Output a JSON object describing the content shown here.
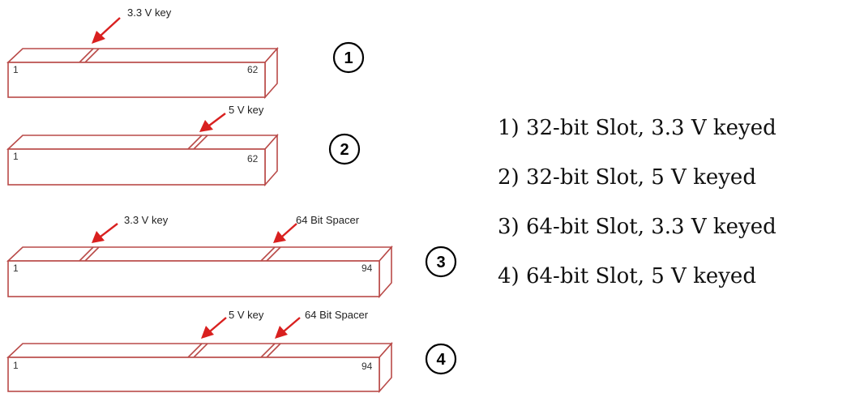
{
  "slots": [
    {
      "number": "1",
      "pin_start": "1",
      "pin_end": "62",
      "annotations": [
        {
          "label": "3.3 V key"
        }
      ]
    },
    {
      "number": "2",
      "pin_start": "1",
      "pin_end": "62",
      "annotations": [
        {
          "label": "5 V key"
        }
      ]
    },
    {
      "number": "3",
      "pin_start": "1",
      "pin_end": "94",
      "annotations": [
        {
          "label": "3.3 V key"
        },
        {
          "label": "64 Bit Spacer"
        }
      ]
    },
    {
      "number": "4",
      "pin_start": "1",
      "pin_end": "94",
      "annotations": [
        {
          "label": "5 V key"
        },
        {
          "label": "64 Bit Spacer"
        }
      ]
    }
  ],
  "legend": [
    "1) 32-bit Slot, 3.3 V keyed",
    "2) 32-bit Slot, 5 V keyed",
    "3) 64-bit Slot, 3.3 V keyed",
    "4) 64-bit Slot, 5 V keyed"
  ],
  "colors": {
    "slot_outline": "#b94a48",
    "arrow": "#d9201f"
  }
}
